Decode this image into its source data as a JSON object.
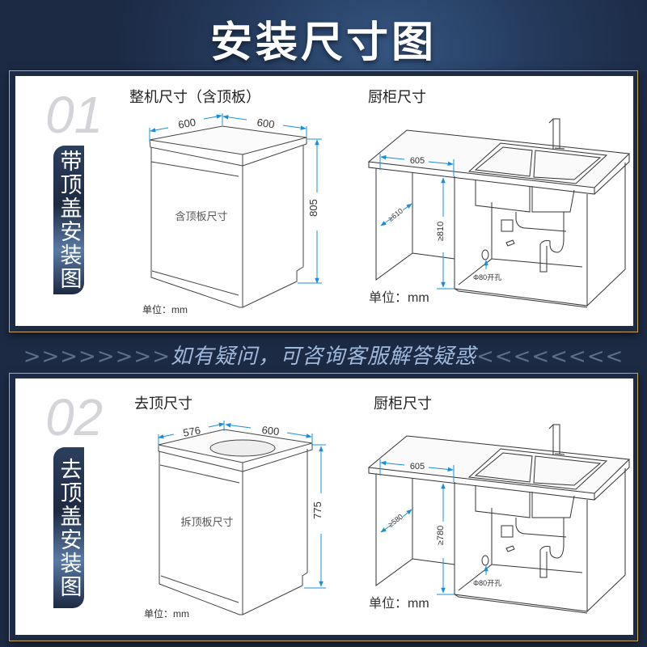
{
  "title": "安装尺寸图",
  "separator": {
    "left_arrows": ">>>>>>>>",
    "text": "如有疑问，可咨询客服解答疑惑",
    "right_arrows": "<<<<<<<<"
  },
  "panels": [
    {
      "number": "01",
      "label": "带顶盖安装图",
      "machine": {
        "heading": "整机尺寸（含顶板）",
        "width": "600",
        "depth": "600",
        "height": "805",
        "center_text": "含顶板尺寸",
        "unit": "单位：mm"
      },
      "cabinet": {
        "heading": "厨柜尺寸",
        "width": "605",
        "depth": "≥610",
        "height": "≥810",
        "hole": "Φ80开孔",
        "unit": "单位：mm"
      }
    },
    {
      "number": "02",
      "label": "去顶盖安装图",
      "machine": {
        "heading": "去顶尺寸",
        "width": "576",
        "depth": "600",
        "height": "775",
        "center_text": "拆顶板尺寸",
        "unit": "单位：mm"
      },
      "cabinet": {
        "heading": "厨柜尺寸",
        "width": "605",
        "depth": "≥580",
        "height": "≥780",
        "hole": "Φ80开孔",
        "unit": "单位：mm"
      }
    }
  ],
  "colors": {
    "dimension": "#1a8fd8",
    "frame_gold": "#c9a55a",
    "background": "#1d2b45"
  }
}
